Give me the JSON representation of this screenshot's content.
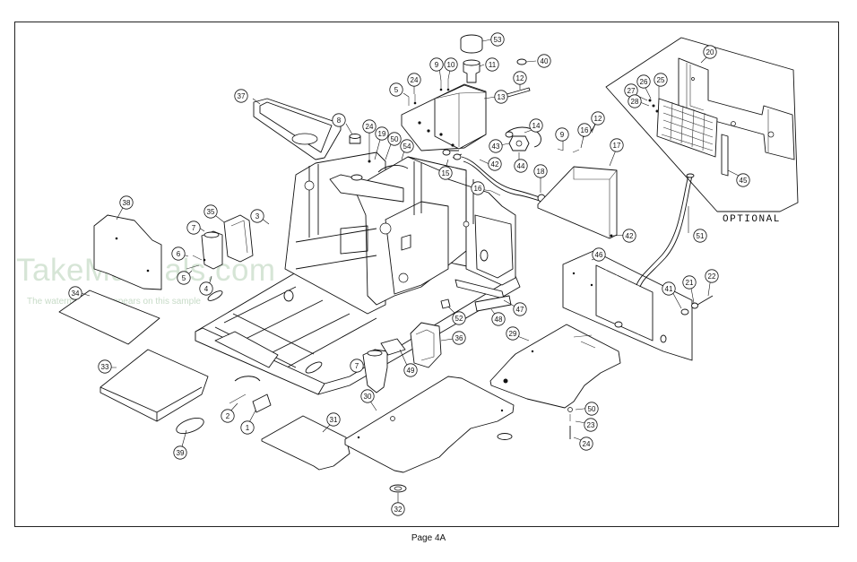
{
  "page_label": "Page 4A",
  "optional_label": "OPTIONAL",
  "watermark": {
    "brand": "TakeManuals.com",
    "note": "The watermark only appears on this sample"
  },
  "callouts": [
    {
      "id": "c53",
      "label": "53"
    },
    {
      "id": "c40",
      "label": "40"
    },
    {
      "id": "c11",
      "label": "11"
    },
    {
      "id": "c10",
      "label": "10"
    },
    {
      "id": "c9a",
      "label": "9"
    },
    {
      "id": "c24a",
      "label": "24"
    },
    {
      "id": "c5a",
      "label": "5"
    },
    {
      "id": "c12a",
      "label": "12"
    },
    {
      "id": "c13",
      "label": "13"
    },
    {
      "id": "c37",
      "label": "37"
    },
    {
      "id": "c8",
      "label": "8"
    },
    {
      "id": "c24b",
      "label": "24"
    },
    {
      "id": "c19",
      "label": "19"
    },
    {
      "id": "c50a",
      "label": "50"
    },
    {
      "id": "c54",
      "label": "54"
    },
    {
      "id": "c14",
      "label": "14"
    },
    {
      "id": "c43",
      "label": "43"
    },
    {
      "id": "c44",
      "label": "44"
    },
    {
      "id": "c42a",
      "label": "42"
    },
    {
      "id": "c15",
      "label": "15"
    },
    {
      "id": "c18",
      "label": "18"
    },
    {
      "id": "c16a",
      "label": "16"
    },
    {
      "id": "c9b",
      "label": "9"
    },
    {
      "id": "c16b",
      "label": "16"
    },
    {
      "id": "c12b",
      "label": "12"
    },
    {
      "id": "c17",
      "label": "17"
    },
    {
      "id": "c42b",
      "label": "42"
    },
    {
      "id": "c20",
      "label": "20"
    },
    {
      "id": "c27",
      "label": "27"
    },
    {
      "id": "c26",
      "label": "26"
    },
    {
      "id": "c25",
      "label": "25"
    },
    {
      "id": "c28",
      "label": "28"
    },
    {
      "id": "c45",
      "label": "45"
    },
    {
      "id": "c38",
      "label": "38"
    },
    {
      "id": "c7a",
      "label": "7"
    },
    {
      "id": "c35",
      "label": "35"
    },
    {
      "id": "c3",
      "label": "3"
    },
    {
      "id": "c6",
      "label": "6"
    },
    {
      "id": "c5b",
      "label": "5"
    },
    {
      "id": "c4",
      "label": "4"
    },
    {
      "id": "c34",
      "label": "34"
    },
    {
      "id": "c51",
      "label": "51"
    },
    {
      "id": "c46",
      "label": "46"
    },
    {
      "id": "c41",
      "label": "41"
    },
    {
      "id": "c21",
      "label": "21"
    },
    {
      "id": "c22",
      "label": "22"
    },
    {
      "id": "c47",
      "label": "47"
    },
    {
      "id": "c52",
      "label": "52"
    },
    {
      "id": "c48",
      "label": "48"
    },
    {
      "id": "c29",
      "label": "29"
    },
    {
      "id": "c36",
      "label": "36"
    },
    {
      "id": "c7b",
      "label": "7"
    },
    {
      "id": "c49",
      "label": "49"
    },
    {
      "id": "c33",
      "label": "33"
    },
    {
      "id": "c2",
      "label": "2"
    },
    {
      "id": "c1",
      "label": "1"
    },
    {
      "id": "c39",
      "label": "39"
    },
    {
      "id": "c30",
      "label": "30"
    },
    {
      "id": "c31",
      "label": "31"
    },
    {
      "id": "c32",
      "label": "32"
    },
    {
      "id": "c50b",
      "label": "50"
    },
    {
      "id": "c23",
      "label": "23"
    },
    {
      "id": "c24c",
      "label": "24"
    }
  ]
}
